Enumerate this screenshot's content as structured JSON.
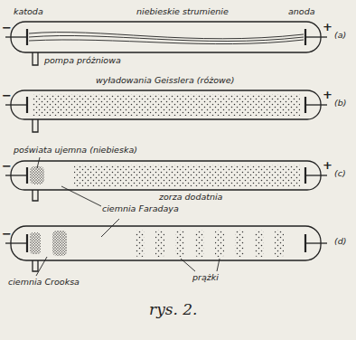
{
  "diagram": {
    "caption": "rys. 2.",
    "labels": [
      "katoda",
      "niebieskie strumienie",
      "anoda",
      "−",
      "+",
      "(a)",
      "pompa próżniowa",
      "wyładowania Geisslera (różowe)",
      "−",
      "+",
      "(b)",
      "poświata ujemna (niebieska)",
      "zorza dodatnia",
      "−",
      "+",
      "(c)",
      "ciemnia Faradaya",
      "ciemnia Crooksa",
      "prążki",
      "−",
      "(d)"
    ]
  }
}
